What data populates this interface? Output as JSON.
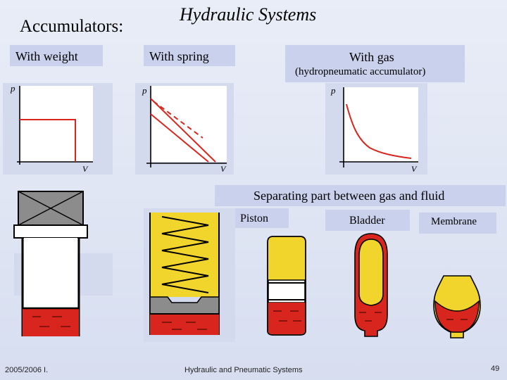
{
  "slide": {
    "heading": "Accumulators:",
    "title": "Hydraulic Systems"
  },
  "types": {
    "weight": "With weight",
    "spring": "With spring",
    "gas": "With gas",
    "gas_sub": "(hydropneumatic accumulator)"
  },
  "separating": {
    "title": "Separating part between gas and fluid",
    "piston": "Piston",
    "bladder": "Bladder",
    "membrane": "Membrane"
  },
  "axes": {
    "p": "p",
    "v": "V"
  },
  "footer": {
    "left": "2005/2006 I.",
    "center": "Hydraulic and Pneumatic Systems",
    "page": "49"
  },
  "colors": {
    "fluid": "#d8261e",
    "spring_body": "#f2d52c",
    "label_box": "#c9d1ec",
    "weight_block": "#8c8c8c"
  }
}
